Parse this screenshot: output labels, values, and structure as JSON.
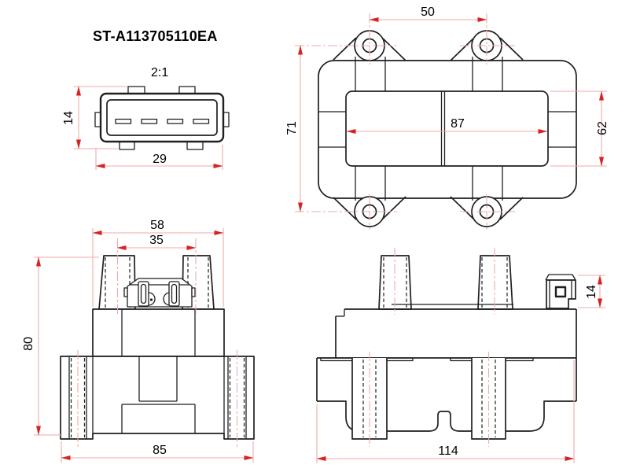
{
  "title": {
    "part_number": "ST-A113705110EA"
  },
  "connector_view": {
    "scale_label": "2:1",
    "dims": {
      "height": "14",
      "width": "29"
    }
  },
  "top_view": {
    "dims": {
      "hole_spacing": "50",
      "lug_span": "71",
      "core_width": "87",
      "core_height": "62"
    }
  },
  "front_view": {
    "dims": {
      "tower_span": "58",
      "tower_pitch": "35",
      "height": "80",
      "base_width": "85"
    }
  },
  "side_view": {
    "dims": {
      "connector_height": "14",
      "length": "114"
    }
  },
  "colors": {
    "line": "#1f1f1f",
    "dimension_line": "#f0aaaa",
    "arrow": "#d92121",
    "text": "#000000",
    "background": "#ffffff"
  }
}
